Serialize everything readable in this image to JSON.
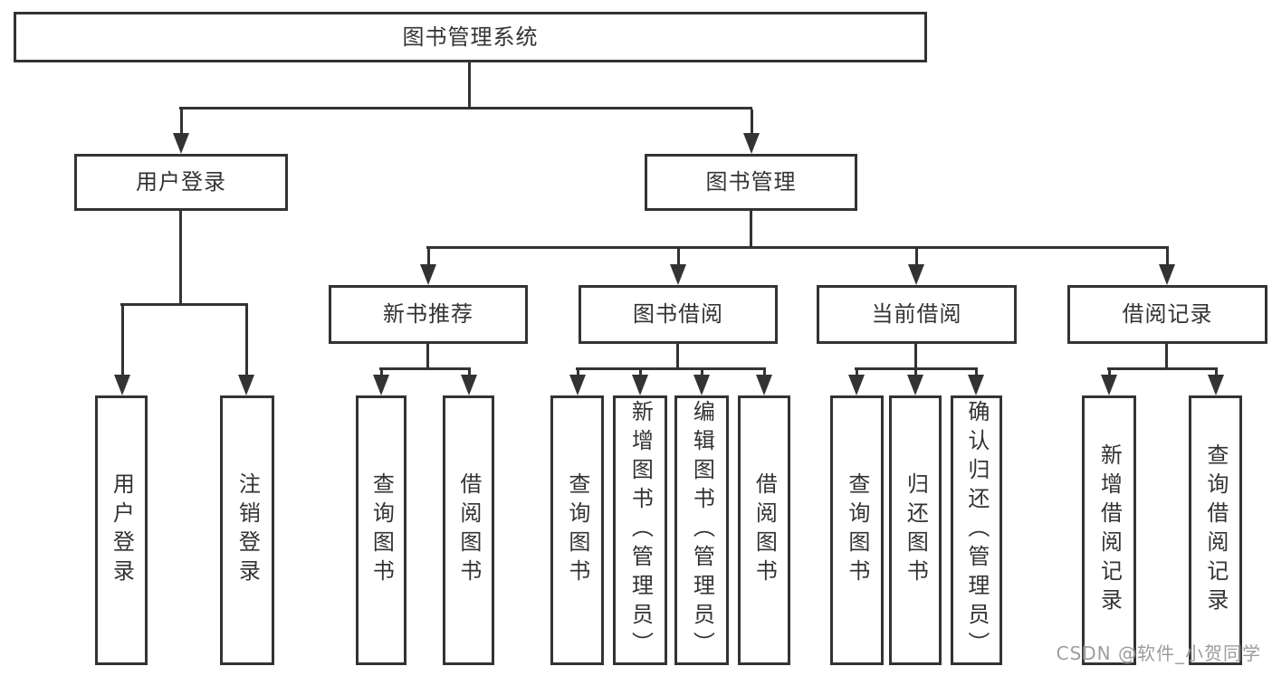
{
  "diagram": {
    "root": {
      "label": "图书管理系统"
    },
    "level2": [
      {
        "label": "用户登录"
      },
      {
        "label": "图书管理"
      }
    ],
    "level3": [
      {
        "label": "新书推荐"
      },
      {
        "label": "图书借阅"
      },
      {
        "label": "当前借阅"
      },
      {
        "label": "借阅记录"
      }
    ],
    "leaves": {
      "user_login": [
        {
          "label": "用户登录"
        },
        {
          "label": "注销登录"
        }
      ],
      "new_book": [
        {
          "label": "查询图书"
        },
        {
          "label": "借阅图书"
        }
      ],
      "book_borrow": [
        {
          "label": "查询图书"
        },
        {
          "label": "新增图书（管理员）"
        },
        {
          "label": "编辑图书（管理员）"
        },
        {
          "label": "借阅图书"
        }
      ],
      "current_borrow": [
        {
          "label": "查询图书"
        },
        {
          "label": "归还图书"
        },
        {
          "label": "确认归还（管理员）"
        }
      ],
      "borrow_records": [
        {
          "label": "新增借阅记录"
        },
        {
          "label": "查询借阅记录"
        }
      ]
    }
  },
  "watermark": {
    "text": "CSDN @软件_小贺同学"
  },
  "colors": {
    "line": "#333333",
    "text": "#333333",
    "box_background": "#ffffff",
    "page_background": "#ffffff",
    "watermark": "#9d9d9d"
  }
}
